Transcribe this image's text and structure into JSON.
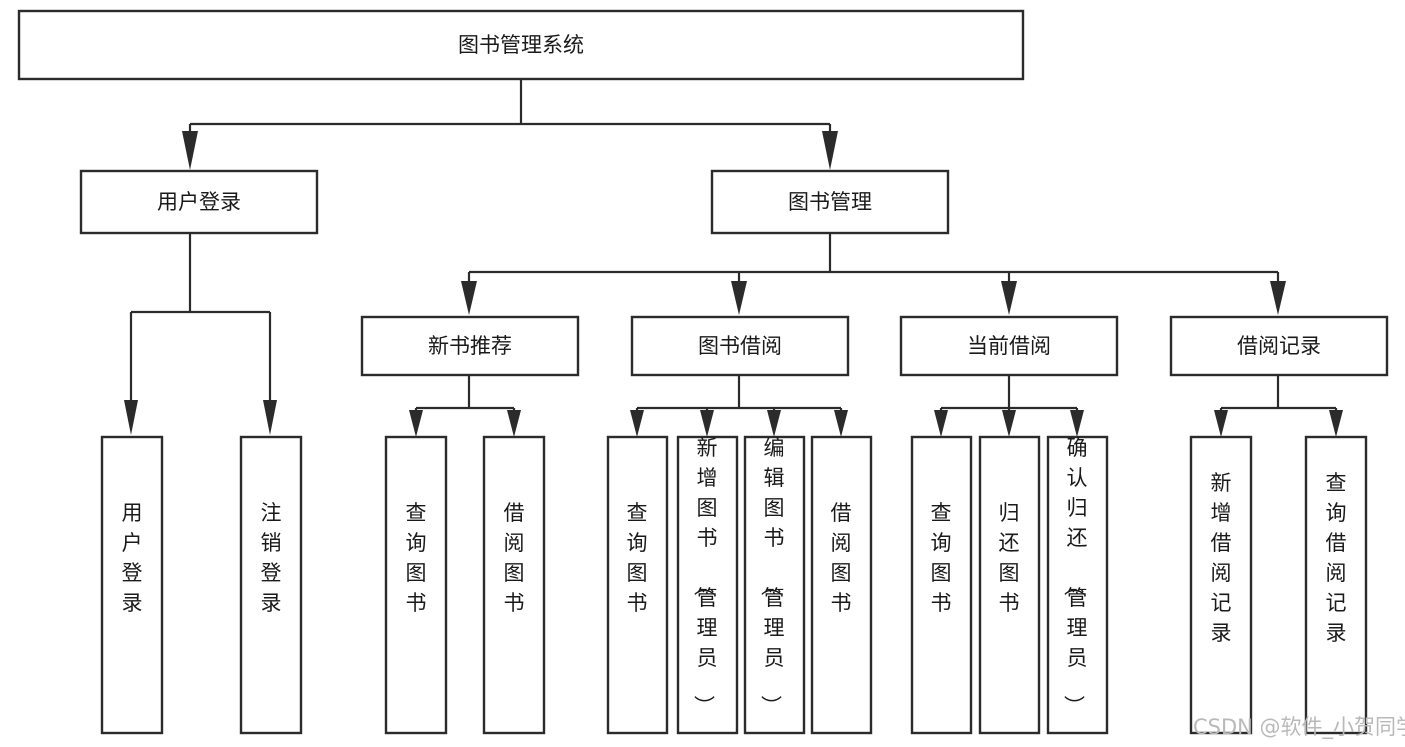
{
  "diagram": {
    "title": "图书管理系统",
    "type": "tree",
    "background_color": "#ffffff",
    "line_color": "#2b2b2b",
    "box_fill": "#ffffff",
    "text_color": "#1a1a1a"
  },
  "nodes": {
    "root": {
      "label": "图书管理系统",
      "level": 1
    },
    "level2": [
      {
        "label": "用户登录",
        "level": 2
      },
      {
        "label": "图书管理",
        "level": 2
      }
    ],
    "level3": [
      {
        "label": "新书推荐",
        "level": 3
      },
      {
        "label": "图书借阅",
        "level": 3
      },
      {
        "label": "当前借阅",
        "level": 3
      },
      {
        "label": "借阅记录",
        "level": 3
      }
    ],
    "leaves": {
      "user_login": [
        {
          "label": "用户登录",
          "orientation": "vertical"
        },
        {
          "label": "注销登录",
          "orientation": "vertical"
        }
      ],
      "new_book_recommend": [
        {
          "label": "查询图书",
          "orientation": "vertical"
        },
        {
          "label": "借阅图书",
          "orientation": "vertical"
        }
      ],
      "book_borrow": [
        {
          "label": "查询图书",
          "orientation": "vertical"
        },
        {
          "label": "新增图书（管理员）",
          "orientation": "vertical"
        },
        {
          "label": "编辑图书（管理员）",
          "orientation": "vertical"
        },
        {
          "label": "借阅图书",
          "orientation": "vertical"
        }
      ],
      "current_borrow": [
        {
          "label": "查询图书",
          "orientation": "vertical"
        },
        {
          "label": "归还图书",
          "orientation": "vertical"
        },
        {
          "label": "确认归还（管理员）",
          "orientation": "vertical"
        }
      ],
      "borrow_record": [
        {
          "label": "新增借阅记录",
          "orientation": "vertical"
        },
        {
          "label": "查询借阅记录",
          "orientation": "vertical"
        }
      ]
    }
  },
  "watermark": {
    "text": "CSDN @软件_小贺同学",
    "color": "#b9b9b9"
  }
}
